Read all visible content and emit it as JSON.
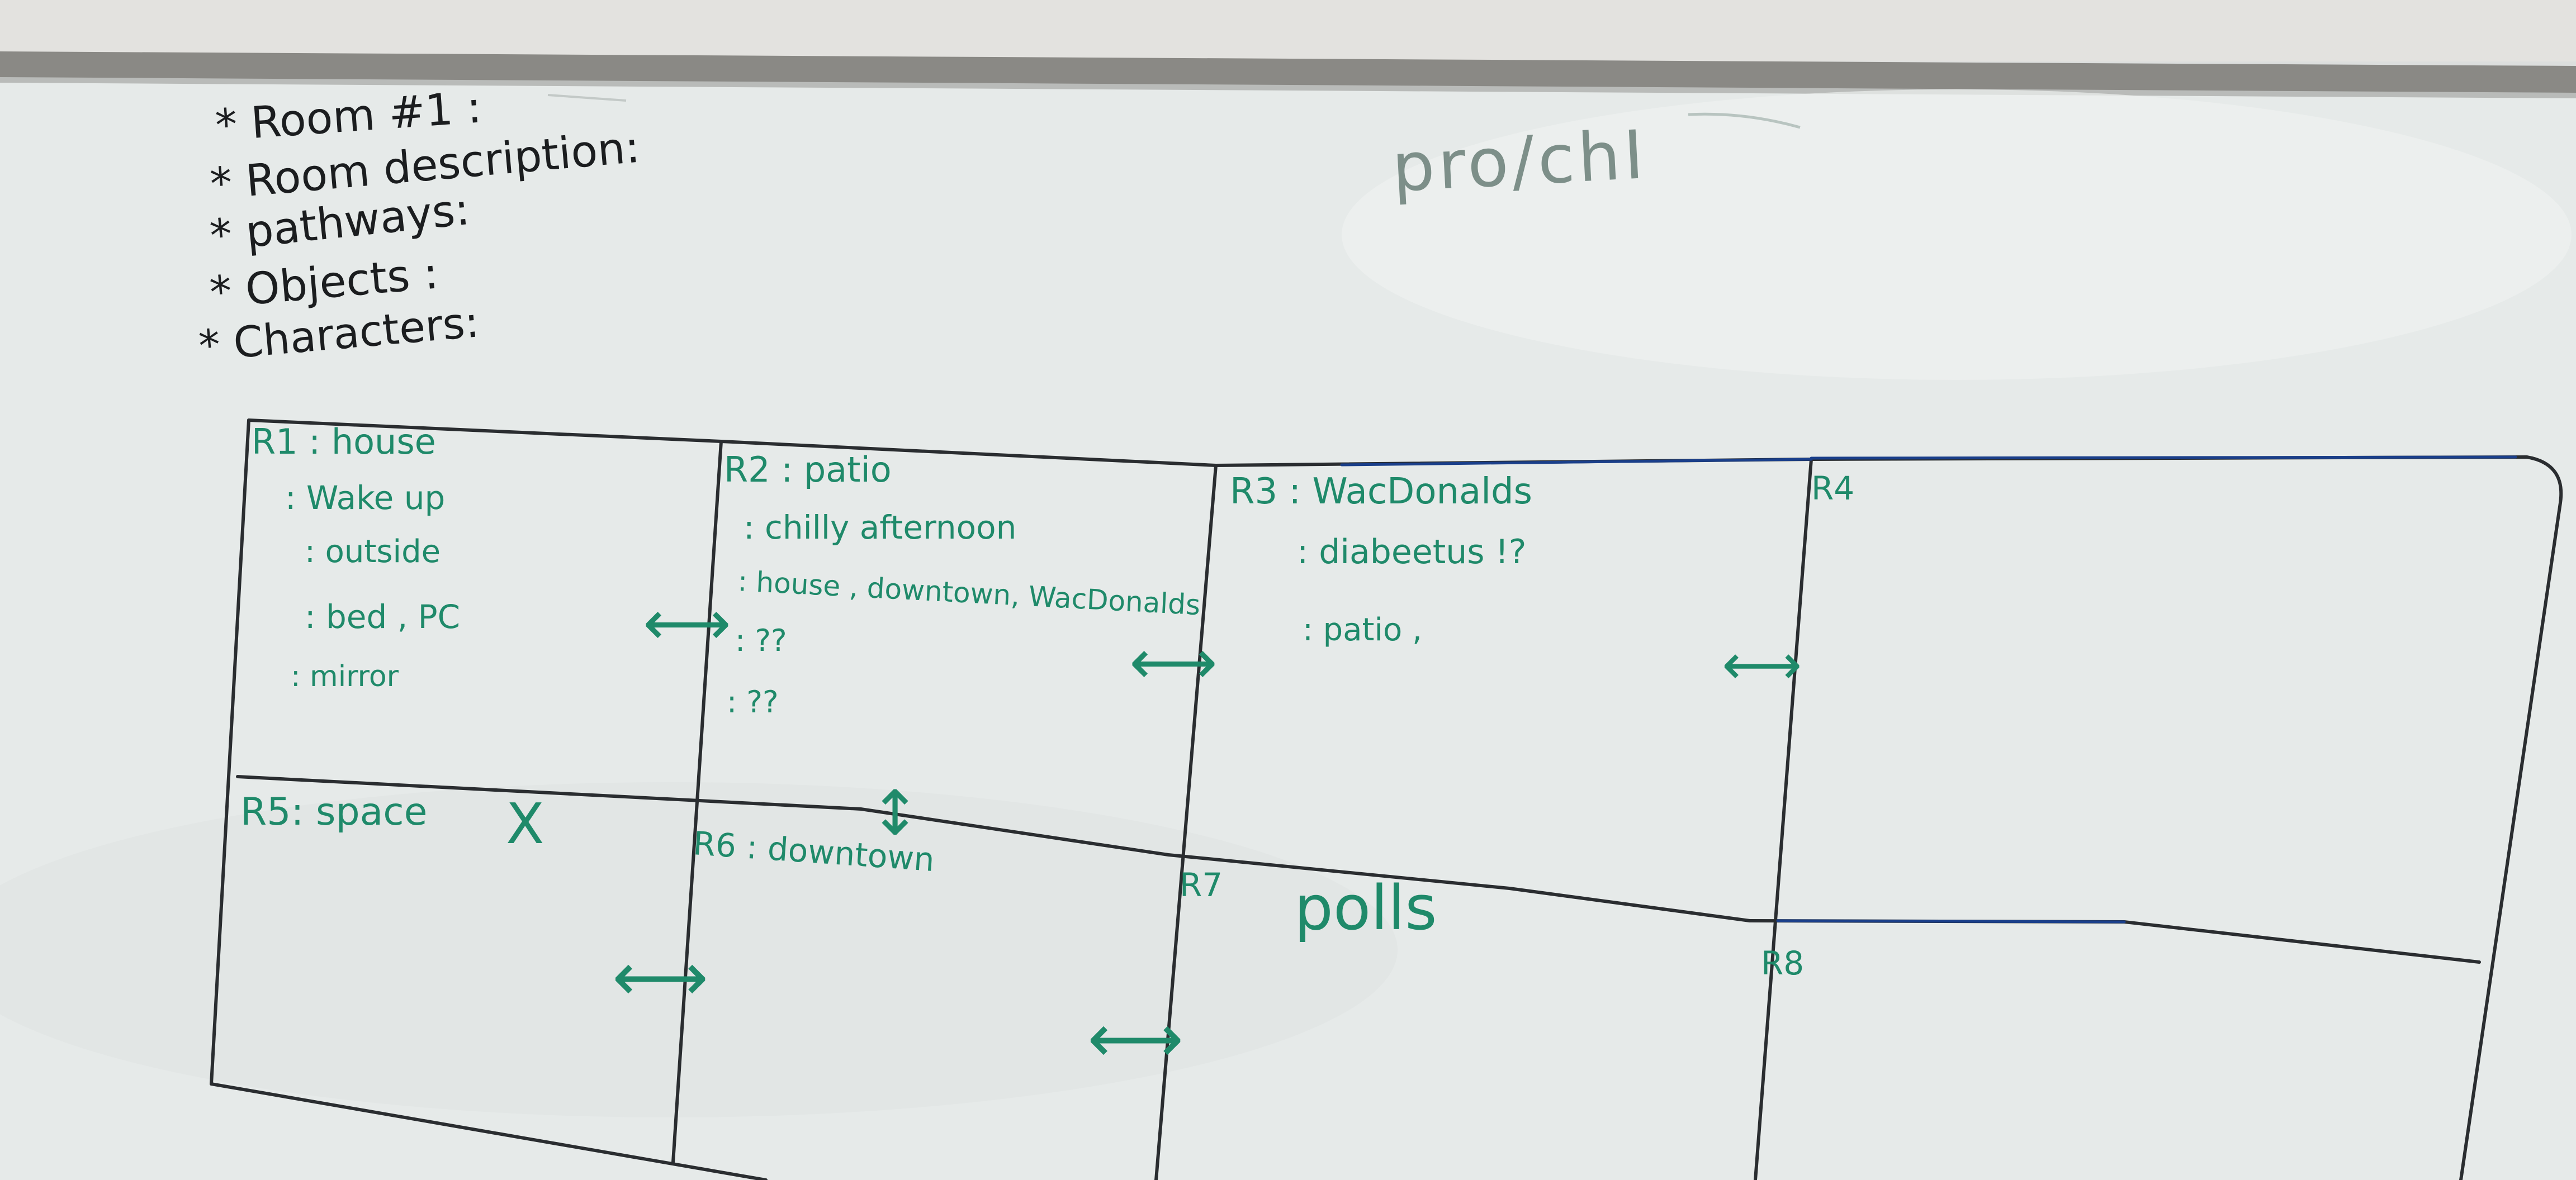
{
  "board": {
    "surface_color": "#e7ebea",
    "wall_color": "#e3e2df",
    "tray_color": "#8a8985",
    "black_marker": "#1b1d1f",
    "green_marker": "#1f8a6a",
    "blue_marker": "#1a3f8a"
  },
  "template_list": [
    "* Room #1 :",
    "* Room description:",
    "* pathways:",
    "* Objects :",
    "* Characters:"
  ],
  "title_note": "pro/chI",
  "rooms": {
    "r1": {
      "label": "R1 : house",
      "lines": [
        ": Wake up",
        ": outside",
        ": bed , PC",
        ": mirror"
      ]
    },
    "r2": {
      "label": "R2 : patio",
      "lines": [
        ": chilly afternoon",
        ": house , downtown, WacDonalds",
        ": ??",
        ": ??"
      ]
    },
    "r3": {
      "label": "R3 : WacDonalds",
      "lines": [
        ": diabeetus !?",
        ": patio ,"
      ]
    },
    "r4": {
      "label": "R4",
      "lines": []
    },
    "r5": {
      "label": "R5: space",
      "mark": "X"
    },
    "r6": {
      "label": "R6 : downtown"
    },
    "r7": {
      "label": "R7",
      "note": "polls"
    },
    "r8": {
      "label": "R8"
    }
  },
  "connector_glyphs": {
    "horizontal": "⟷",
    "vertical": "↕"
  }
}
